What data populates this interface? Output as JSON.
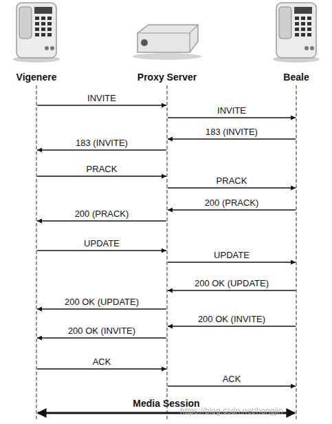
{
  "diagram": {
    "nodes": [
      {
        "text": [
          "Vigenere"
        ]
      },
      {
        "text": [
          "Proxy Server"
        ]
      },
      {
        "text": [
          "Beale"
        ]
      }
    ],
    "edges": [
      {
        "from": 0,
        "to": 1,
        "label": "INVITE",
        "arrow": "to"
      },
      {
        "from": 1,
        "to": 2,
        "label": "INVITE",
        "arrow": "to"
      },
      {
        "from": 2,
        "to": 1,
        "label": "183 (INVITE)",
        "arrow": "to"
      },
      {
        "from": 1,
        "to": 0,
        "label": "183 (INVITE)",
        "arrow": "to"
      },
      {
        "from": 0,
        "to": 1,
        "label": "PRACK",
        "arrow": "to"
      },
      {
        "from": 1,
        "to": 2,
        "label": "PRACK",
        "arrow": "to"
      },
      {
        "from": 2,
        "to": 1,
        "label": "200 (PRACK)",
        "arrow": "to"
      },
      {
        "from": 1,
        "to": 0,
        "label": "200 (PRACK)",
        "arrow": "to"
      },
      {
        "from": 0,
        "to": 1,
        "label": "UPDATE",
        "arrow": "to"
      },
      {
        "from": 1,
        "to": 2,
        "label": "UPDATE",
        "arrow": "to"
      },
      {
        "from": 2,
        "to": 1,
        "label": "200 OK (UPDATE)",
        "arrow": "to"
      },
      {
        "from": 1,
        "to": 0,
        "label": "200 OK (UPDATE)",
        "arrow": "to"
      },
      {
        "from": 2,
        "to": 1,
        "label": "200 OK (INVITE)",
        "arrow": "to"
      },
      {
        "from": 1,
        "to": 0,
        "label": "200 OK (INVITE)",
        "arrow": "to"
      },
      {
        "from": 0,
        "to": 1,
        "label": "ACK",
        "arrow": "to"
      },
      {
        "from": 1,
        "to": 2,
        "label": "ACK",
        "arrow": "to"
      },
      {
        "from": 0,
        "to": 2,
        "label": "Media Session",
        "arrow": "both"
      }
    ],
    "labels": [
      "https://blog.csdn.net/hongjin"
    ]
  }
}
